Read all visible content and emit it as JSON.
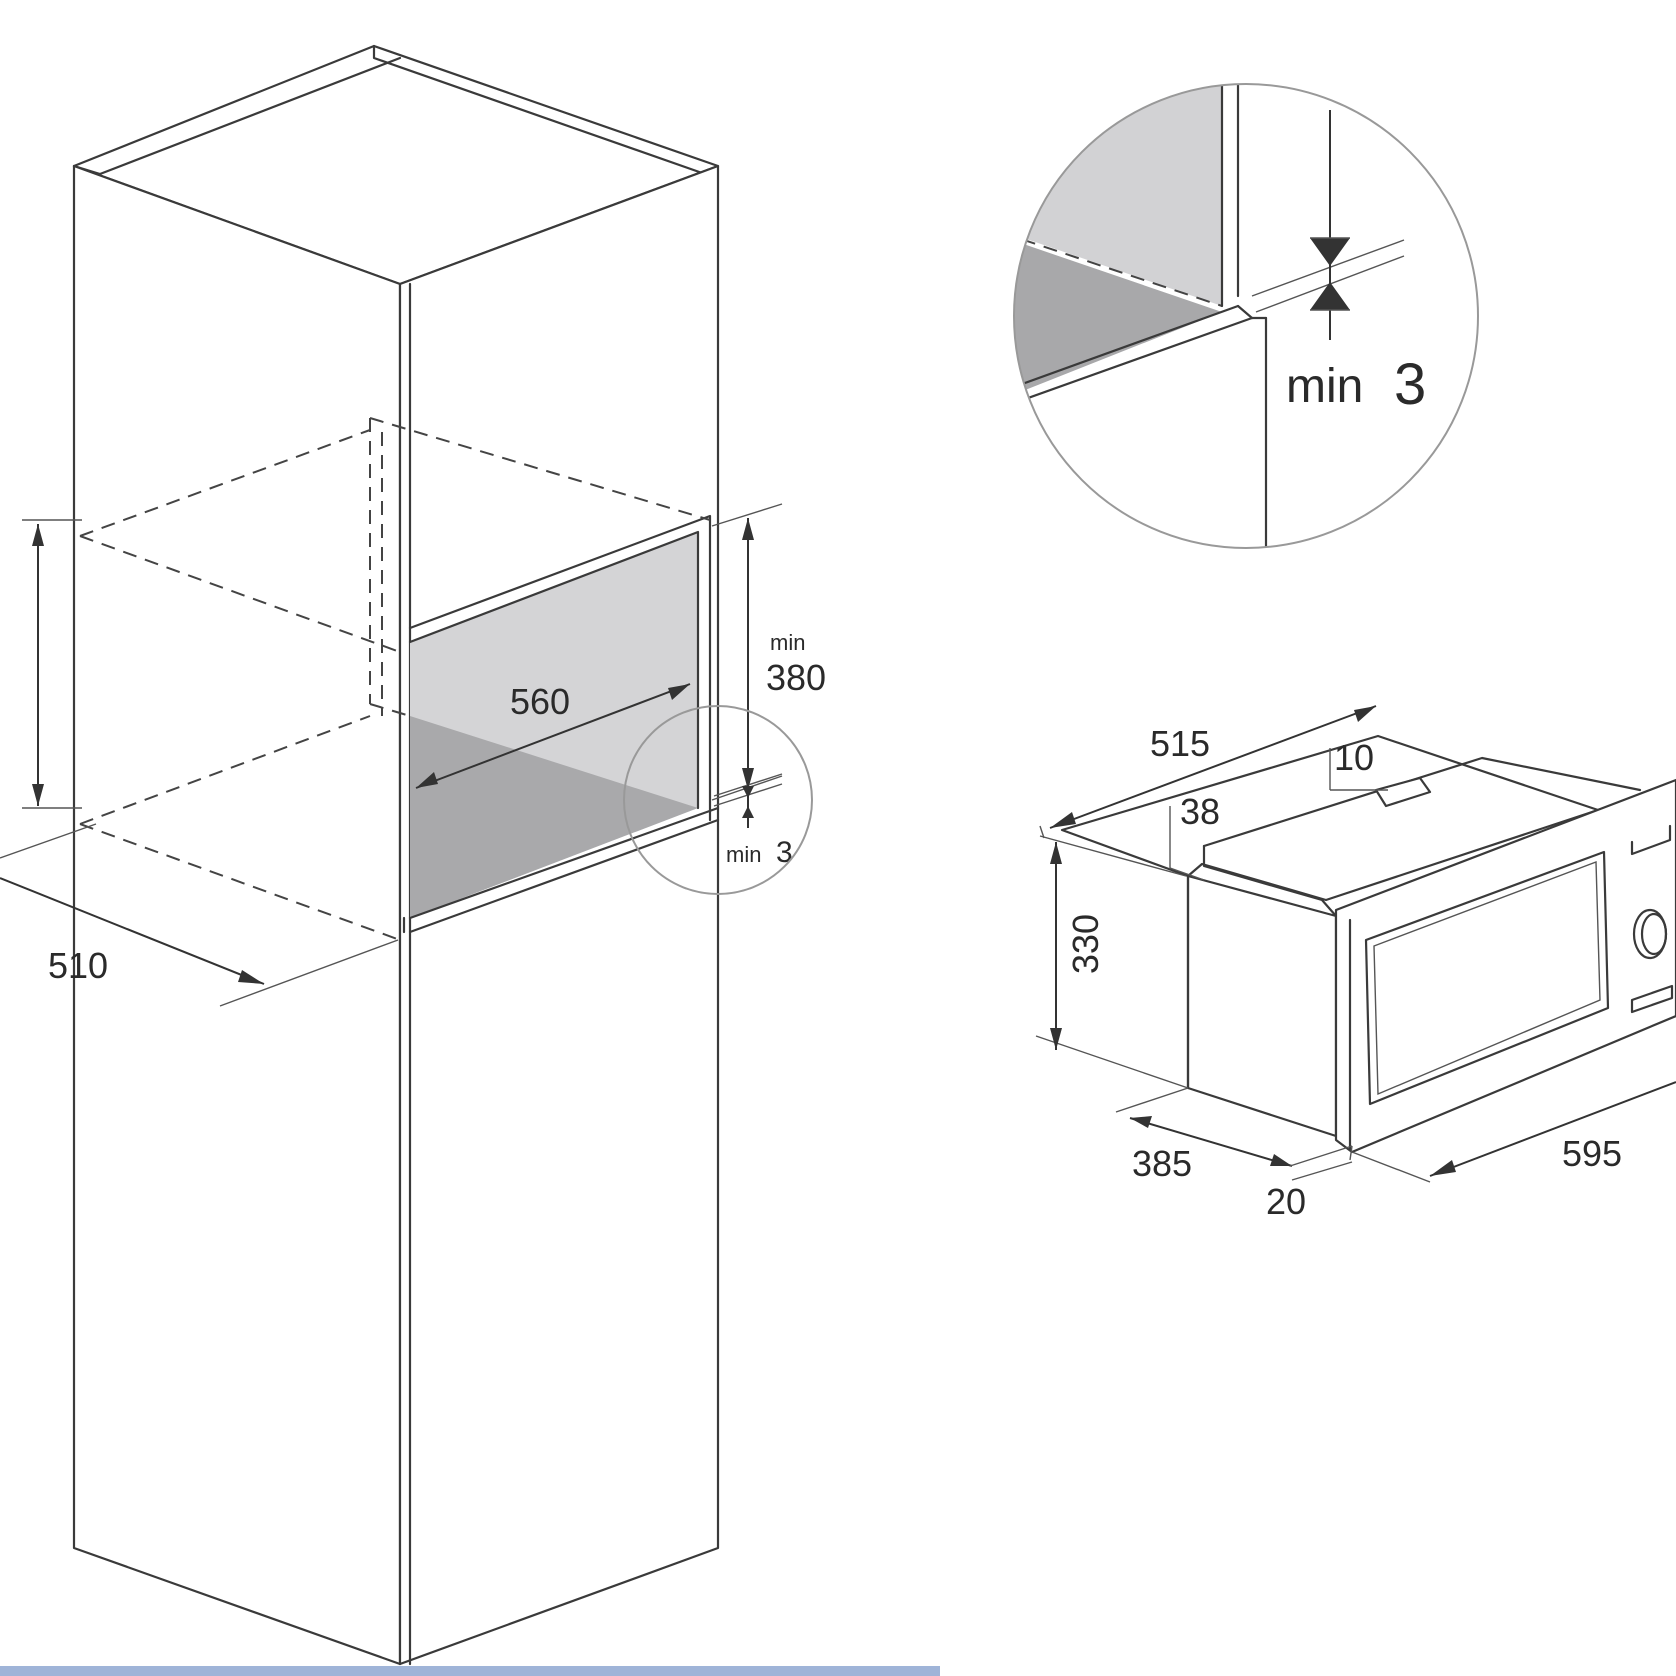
{
  "cabinet": {
    "dim_width": "560",
    "dim_depth": "510",
    "dim_height_prefix": "min",
    "dim_height": "380",
    "gap_prefix": "min",
    "gap_value": "3"
  },
  "detail": {
    "gap_prefix": "min",
    "gap_value": "3"
  },
  "appliance": {
    "dim_depth_total": "515",
    "dim_top_offset": "10",
    "dim_side_offset": "38",
    "dim_height": "330",
    "dim_body_depth": "385",
    "dim_front_thickness": "20",
    "dim_width": "595"
  },
  "colors": {
    "line": "#3a3a3a",
    "niche_light": "#d4d4d6",
    "niche_dark": "#a9a9ab",
    "detail_light": "#d2d2d4",
    "detail_dark": "#a8a8aa",
    "bottom_strip": "#9fb4d8"
  }
}
